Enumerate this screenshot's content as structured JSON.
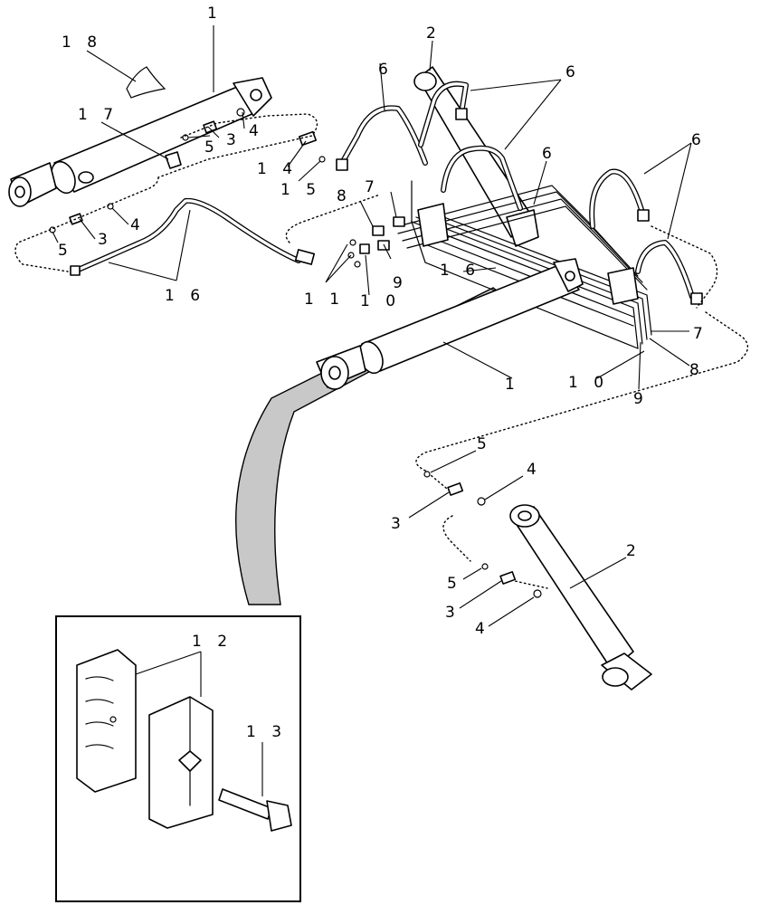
{
  "callouts": {
    "c1a": "1",
    "c1b": "1",
    "c2a": "2",
    "c2b": "2",
    "c3a": "3",
    "c3b": "3",
    "c3c": "3",
    "c3d": "3",
    "c4a": "4",
    "c4b": "4",
    "c4c": "4",
    "c4d": "4",
    "c5a": "5",
    "c5b": "5",
    "c5c": "5",
    "c5d": "5",
    "c6a": "6",
    "c6b": "6",
    "c6c": "6",
    "c6d": "6",
    "c7a": "7",
    "c7b": "7",
    "c8a": "8",
    "c8b": "8",
    "c9a": "9",
    "c9b": "9",
    "c10a": "1 0",
    "c10b": "1 0",
    "c11": "1 1",
    "c12": "1 2",
    "c13": "1 3",
    "c14": "1 4",
    "c15": "1 5",
    "c16a": "1 6",
    "c16b": "1 6",
    "c17": "1 7",
    "c18": "1 8"
  },
  "colors": {
    "line": "#000000",
    "background": "#ffffff",
    "band": "#c8c8c8"
  }
}
